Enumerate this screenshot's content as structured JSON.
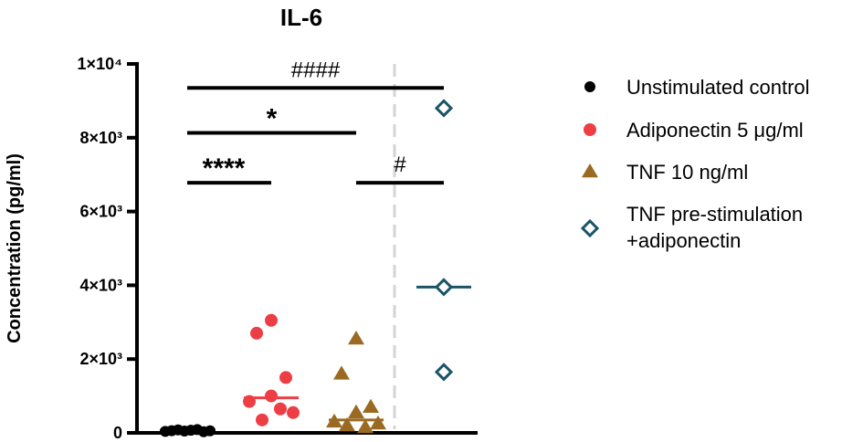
{
  "chart_data": {
    "type": "scatter",
    "title": "IL-6",
    "ylabel": "Concentration (pg/ml)",
    "ylim": [
      0,
      10000
    ],
    "y_ticks": [
      {
        "value": 0,
        "label": "0"
      },
      {
        "value": 2000,
        "label": "2×10³"
      },
      {
        "value": 4000,
        "label": "4×10³"
      },
      {
        "value": 6000,
        "label": "6×10³"
      },
      {
        "value": 8000,
        "label": "8×10³"
      },
      {
        "value": 10000,
        "label": "1×10⁴"
      }
    ],
    "series": [
      {
        "name": "Unstimulated control",
        "marker": "circle",
        "color": "#000000",
        "values": [
          40,
          60,
          80,
          50,
          70,
          90,
          30,
          55
        ],
        "median": 60
      },
      {
        "name": "Adiponectin 5 μg/ml",
        "marker": "circle",
        "color": "#ee3e45",
        "values": [
          3050,
          2700,
          1500,
          1000,
          850,
          550,
          350,
          650
        ],
        "median": 950
      },
      {
        "name": "TNF 10 ng/ml",
        "marker": "triangle",
        "color": "#9a6a22",
        "values": [
          2550,
          1600,
          700,
          550,
          300,
          250,
          200,
          150
        ],
        "median": 350
      },
      {
        "name": "TNF pre-stimulation\n+adiponectin",
        "marker": "diamond",
        "color": "#1a5466",
        "values": [
          8800,
          3950,
          1650
        ],
        "median": 3950
      }
    ],
    "significance": [
      {
        "label": "####",
        "from": 0,
        "to": 3,
        "y": 9350
      },
      {
        "label": "*",
        "from": 0,
        "to": 2,
        "y": 8130
      },
      {
        "label": "****",
        "from": 0,
        "to": 1,
        "y": 6780
      },
      {
        "label": "#",
        "from": 2,
        "to": 3,
        "y": 6780
      }
    ],
    "separator_after_group": 2,
    "legend_position": "right"
  }
}
